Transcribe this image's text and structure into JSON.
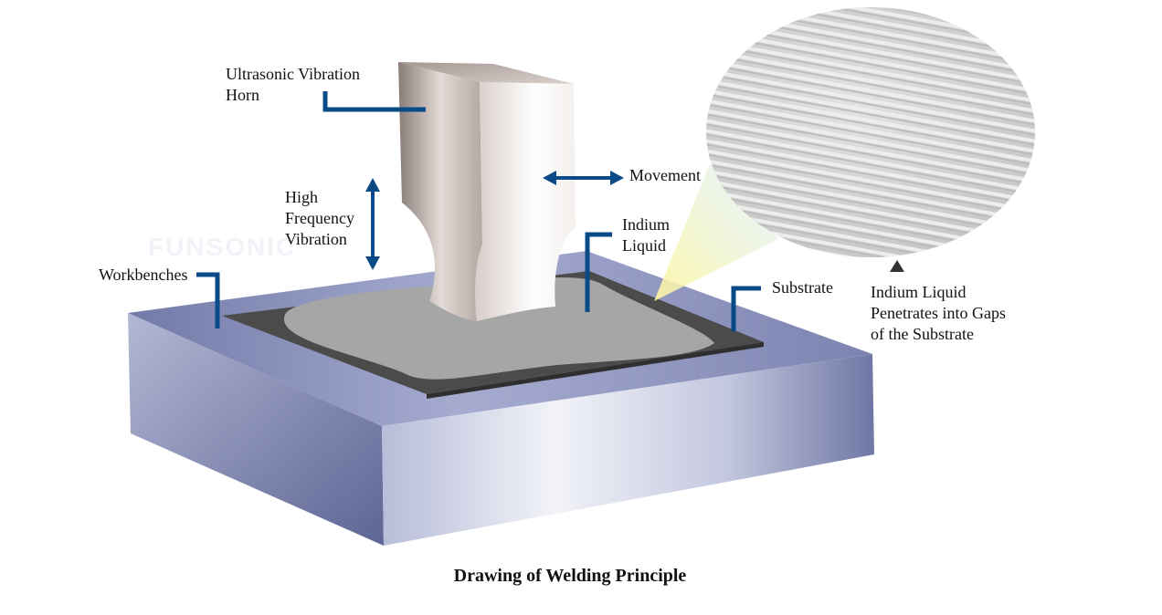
{
  "labels": {
    "horn": [
      "Ultrasonic Vibration",
      "Horn"
    ],
    "movement": "Movement",
    "vibration": [
      "High",
      "Frequency",
      "Vibration"
    ],
    "indium": [
      "Indium",
      "Liquid"
    ],
    "workbench": "Workbenches",
    "substrate": "Substrate",
    "penetrates": [
      "Indium Liquid",
      "Penetrates into Gaps",
      "of the Substrate"
    ]
  },
  "watermark": "FUNSONIC",
  "caption": "Drawing of Welding Principle",
  "colors": {
    "callout": "#0a4a86",
    "workbench_top": "#7f86b2",
    "workbench_front": "#9aa1c6",
    "substrate": "#4a4a4a",
    "indium": "#a9a9a9",
    "horn": "#cdbfba",
    "zoom": "#d2d2d2",
    "beam": "#fff8b0"
  }
}
